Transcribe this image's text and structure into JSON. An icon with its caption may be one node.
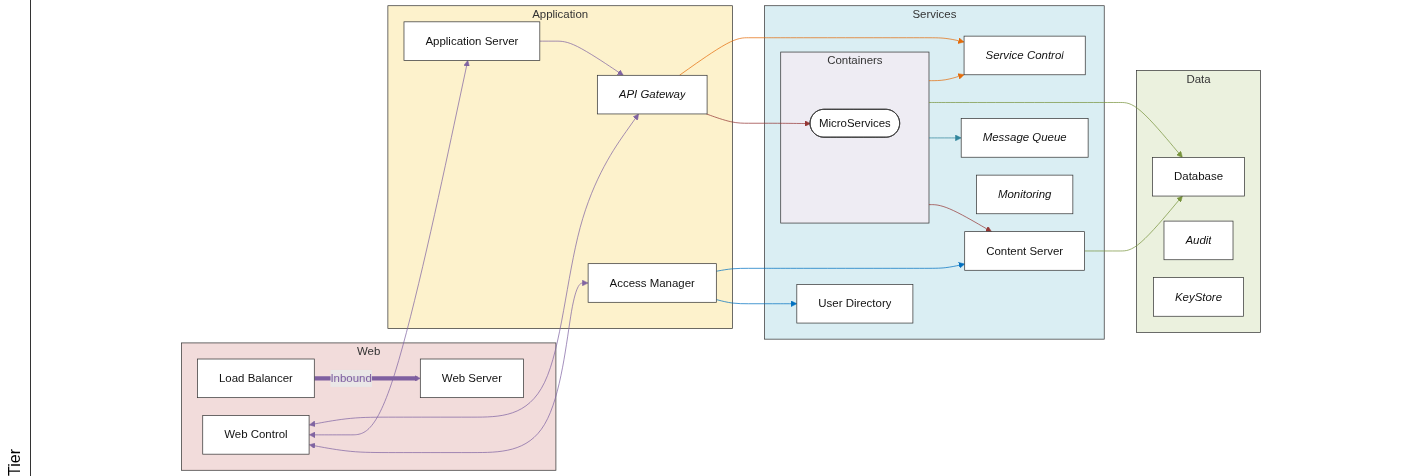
{
  "diagram": {
    "nodes": [
      {
        "text": [
          "Web"
        ]
      },
      {
        "text": [
          "Application"
        ]
      },
      {
        "text": [
          "Services"
        ]
      },
      {
        "text": [
          "Data"
        ]
      },
      {
        "text": [
          "Load Balancer"
        ],
        "in": 0
      },
      {
        "text": [
          "Web Server"
        ],
        "in": 0
      },
      {
        "text": [
          "Web Control"
        ],
        "in": 0
      },
      {
        "text": [
          "API Gateway"
        ],
        "in": 1
      },
      {
        "text": [
          "Application Server"
        ],
        "in": 1
      },
      {
        "text": [
          "Access Manager"
        ],
        "in": 1
      },
      {
        "text": [
          "Containers"
        ],
        "in": 2
      },
      {
        "text": [
          "MicroServices"
        ],
        "in": 10
      },
      {
        "text": [
          "Service Control"
        ],
        "in": 2
      },
      {
        "text": [
          "Message Queue"
        ],
        "in": 2
      },
      {
        "text": [
          "Content Server"
        ],
        "in": 2
      },
      {
        "text": [
          "Monitoring"
        ],
        "in": 2
      },
      {
        "text": [
          "User Directory"
        ],
        "in": 2
      },
      {
        "text": [
          "Database"
        ],
        "in": 3
      },
      {
        "text": [
          "Audit"
        ],
        "in": 3
      },
      {
        "text": [
          "KeyStore"
        ],
        "in": 3
      }
    ],
    "edges": [
      {
        "from": 4,
        "to": 5,
        "arrow": "to",
        "label": "Inbound",
        "style": "thick",
        "color": "#7f5fa0"
      },
      {
        "from": 6,
        "to": 7,
        "arrow": "both",
        "color": "#8064a2"
      },
      {
        "from": 6,
        "to": 8,
        "arrow": "both",
        "color": "#8064a2"
      },
      {
        "from": 6,
        "to": 9,
        "arrow": "both",
        "color": "#8064a2"
      },
      {
        "from": 8,
        "to": 7,
        "arrow": "to",
        "color": "#8064a2"
      },
      {
        "from": 7,
        "to": 12,
        "arrow": "to",
        "color": "#e46c0a"
      },
      {
        "from": 7,
        "to": 11,
        "arrow": "to",
        "color": "#953735"
      },
      {
        "from": 10,
        "to": 12,
        "arrow": "to",
        "color": "#e46c0a"
      },
      {
        "from": 10,
        "to": 17,
        "arrow": "to",
        "color": "#77933c"
      },
      {
        "from": 10,
        "to": 13,
        "arrow": "to",
        "color": "#31859c"
      },
      {
        "from": 10,
        "to": 14,
        "arrow": "to",
        "color": "#953735"
      },
      {
        "from": 14,
        "to": 17,
        "arrow": "to",
        "color": "#77933c"
      },
      {
        "from": 9,
        "to": 14,
        "arrow": "to",
        "color": "#0070c0"
      },
      {
        "from": 9,
        "to": 16,
        "arrow": "to",
        "color": "#0070c0"
      }
    ],
    "labels": [
      "Tier"
    ]
  }
}
